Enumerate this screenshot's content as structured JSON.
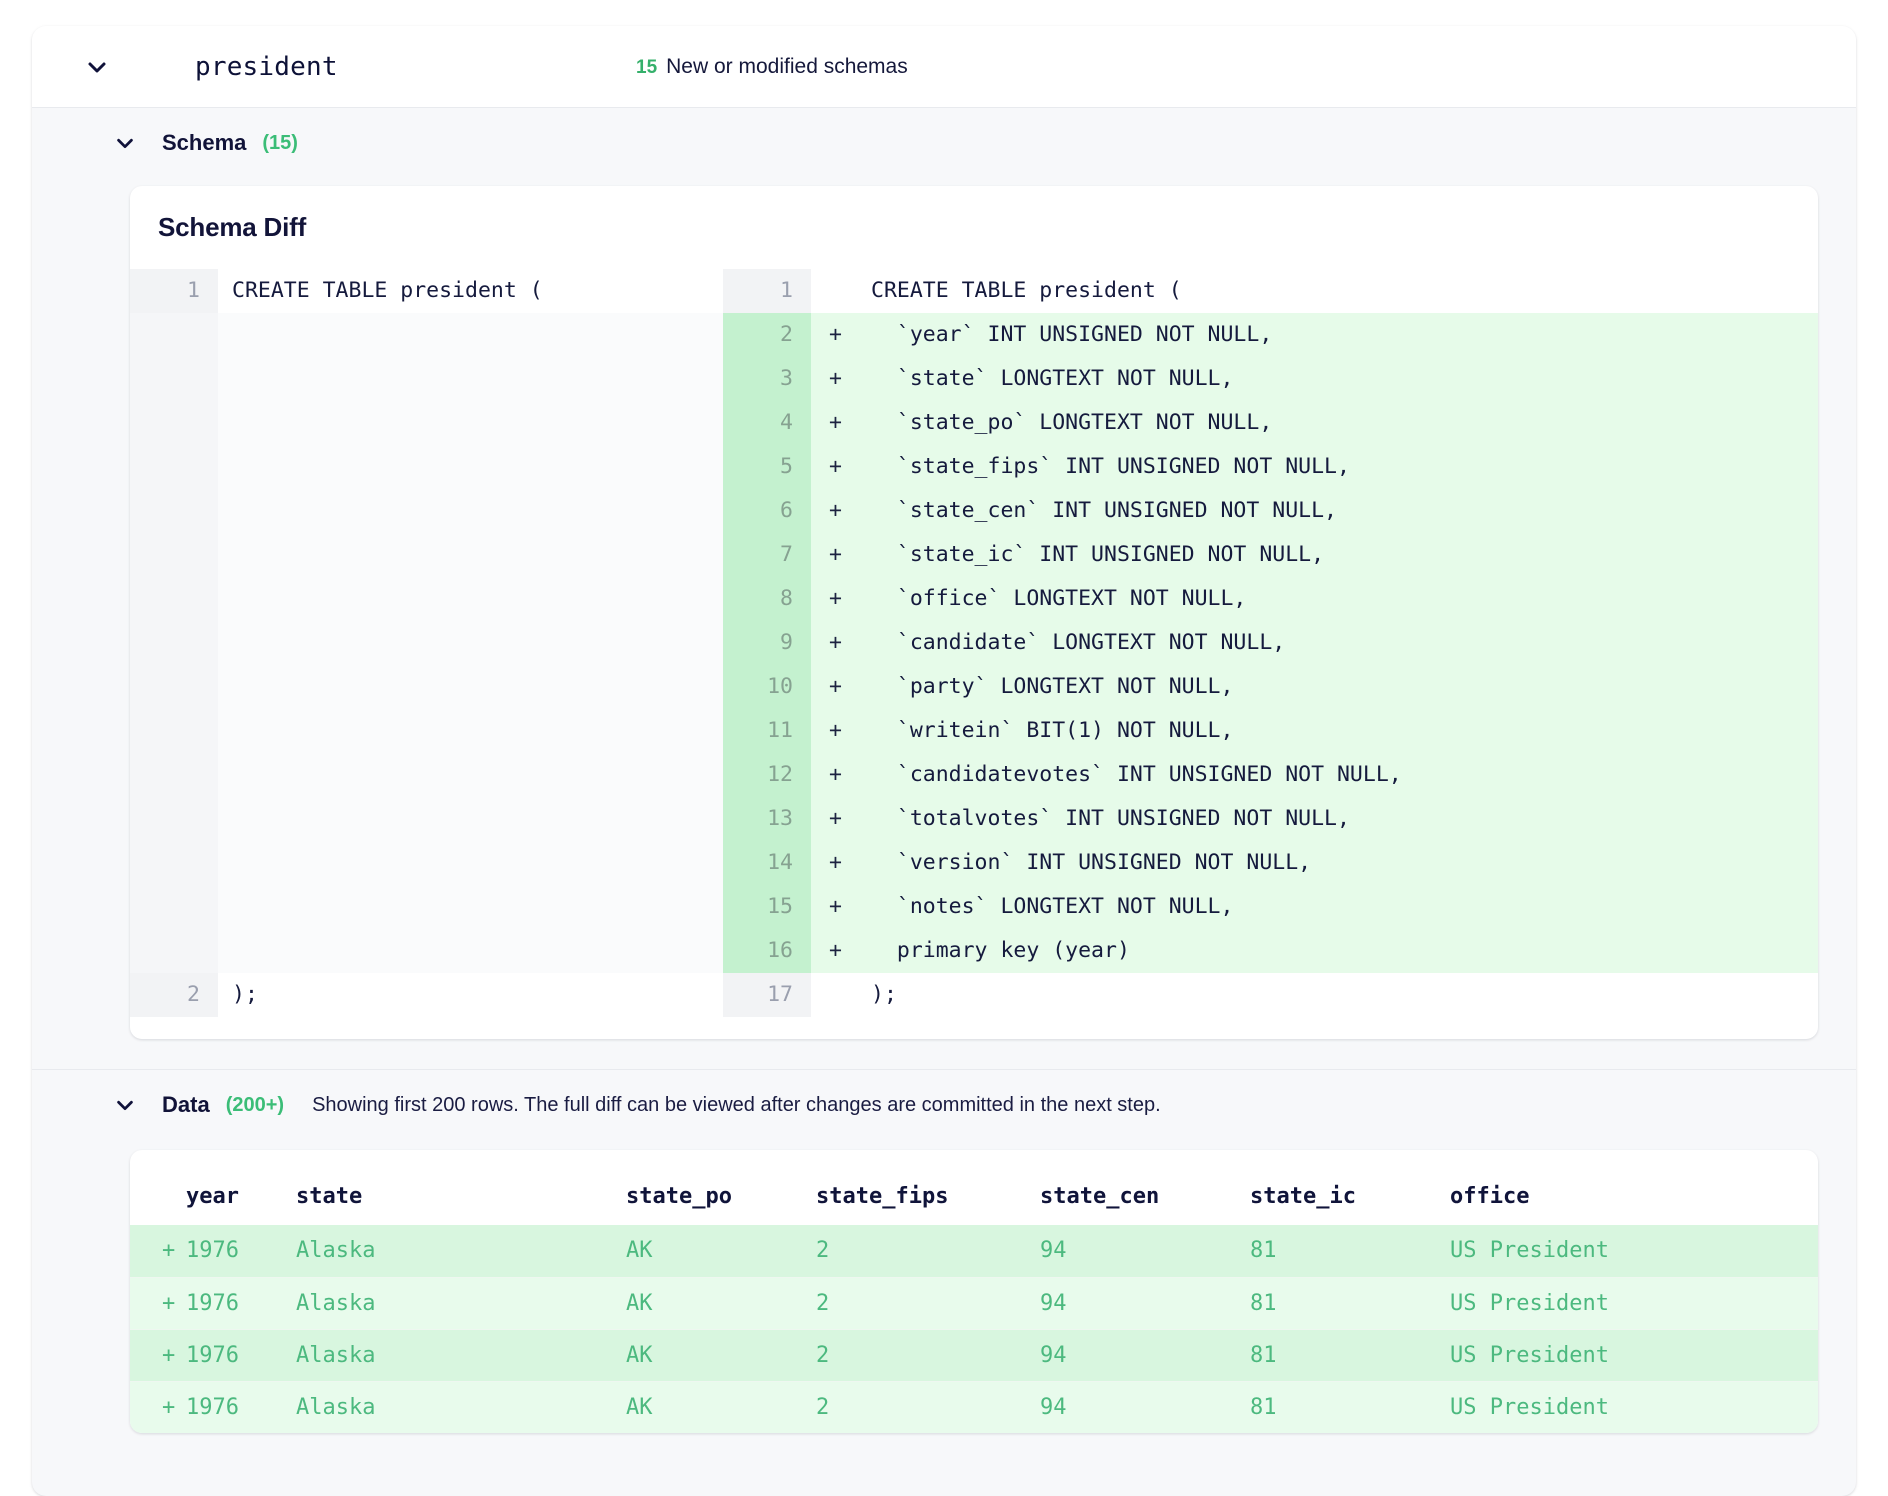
{
  "header": {
    "chevron_icon": "chevron-down-icon",
    "table_name": "president",
    "schemas_count": "15",
    "schemas_label": "New or modified schemas"
  },
  "schema_section": {
    "chevron_icon": "chevron-down-icon",
    "title": "Schema",
    "count": "(15)",
    "card_title": "Schema Diff",
    "diff_rows": [
      {
        "left_no": "1",
        "left_code": "CREATE TABLE president (",
        "right_no": "1",
        "sign": "",
        "right_code": "CREATE TABLE president (",
        "type": "context"
      },
      {
        "left_no": "",
        "left_code": "",
        "right_no": "2",
        "sign": "+",
        "right_code": "  `year` INT UNSIGNED NOT NULL,",
        "type": "add"
      },
      {
        "left_no": "",
        "left_code": "",
        "right_no": "3",
        "sign": "+",
        "right_code": "  `state` LONGTEXT NOT NULL,",
        "type": "add"
      },
      {
        "left_no": "",
        "left_code": "",
        "right_no": "4",
        "sign": "+",
        "right_code": "  `state_po` LONGTEXT NOT NULL,",
        "type": "add"
      },
      {
        "left_no": "",
        "left_code": "",
        "right_no": "5",
        "sign": "+",
        "right_code": "  `state_fips` INT UNSIGNED NOT NULL,",
        "type": "add"
      },
      {
        "left_no": "",
        "left_code": "",
        "right_no": "6",
        "sign": "+",
        "right_code": "  `state_cen` INT UNSIGNED NOT NULL,",
        "type": "add"
      },
      {
        "left_no": "",
        "left_code": "",
        "right_no": "7",
        "sign": "+",
        "right_code": "  `state_ic` INT UNSIGNED NOT NULL,",
        "type": "add"
      },
      {
        "left_no": "",
        "left_code": "",
        "right_no": "8",
        "sign": "+",
        "right_code": "  `office` LONGTEXT NOT NULL,",
        "type": "add"
      },
      {
        "left_no": "",
        "left_code": "",
        "right_no": "9",
        "sign": "+",
        "right_code": "  `candidate` LONGTEXT NOT NULL,",
        "type": "add"
      },
      {
        "left_no": "",
        "left_code": "",
        "right_no": "10",
        "sign": "+",
        "right_code": "  `party` LONGTEXT NOT NULL,",
        "type": "add"
      },
      {
        "left_no": "",
        "left_code": "",
        "right_no": "11",
        "sign": "+",
        "right_code": "  `writein` BIT(1) NOT NULL,",
        "type": "add"
      },
      {
        "left_no": "",
        "left_code": "",
        "right_no": "12",
        "sign": "+",
        "right_code": "  `candidatevotes` INT UNSIGNED NOT NULL,",
        "type": "add"
      },
      {
        "left_no": "",
        "left_code": "",
        "right_no": "13",
        "sign": "+",
        "right_code": "  `totalvotes` INT UNSIGNED NOT NULL,",
        "type": "add"
      },
      {
        "left_no": "",
        "left_code": "",
        "right_no": "14",
        "sign": "+",
        "right_code": "  `version` INT UNSIGNED NOT NULL,",
        "type": "add"
      },
      {
        "left_no": "",
        "left_code": "",
        "right_no": "15",
        "sign": "+",
        "right_code": "  `notes` LONGTEXT NOT NULL,",
        "type": "add"
      },
      {
        "left_no": "",
        "left_code": "",
        "right_no": "16",
        "sign": "+",
        "right_code": "  primary key (year)",
        "type": "add"
      },
      {
        "left_no": "2",
        "left_code": ");",
        "right_no": "17",
        "sign": "",
        "right_code": ");",
        "type": "context"
      }
    ]
  },
  "data_section": {
    "chevron_icon": "chevron-down-icon",
    "title": "Data",
    "count": "(200+)",
    "note": "Showing first 200 rows. The full diff can be viewed after changes are committed in the next step.",
    "columns": [
      "year",
      "state",
      "state_po",
      "state_fips",
      "state_cen",
      "state_ic",
      "office"
    ],
    "rows": [
      {
        "mark": "+",
        "cells": [
          "1976",
          "Alaska",
          "AK",
          "2",
          "94",
          "81",
          "US President"
        ]
      },
      {
        "mark": "+",
        "cells": [
          "1976",
          "Alaska",
          "AK",
          "2",
          "94",
          "81",
          "US President"
        ]
      },
      {
        "mark": "+",
        "cells": [
          "1976",
          "Alaska",
          "AK",
          "2",
          "94",
          "81",
          "US President"
        ]
      },
      {
        "mark": "+",
        "cells": [
          "1976",
          "Alaska",
          "AK",
          "2",
          "94",
          "81",
          "US President"
        ]
      }
    ]
  },
  "colors": {
    "accent_green": "#35b06b",
    "add_bg": "#e6fbe9",
    "add_gutter_bg": "#c4f1cf",
    "row_bg": "#d8f6df",
    "text_dark": "#121439",
    "page_bg": "#f7f8fa"
  }
}
